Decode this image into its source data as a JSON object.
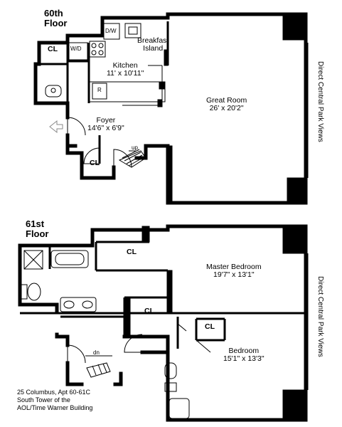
{
  "floor60": {
    "label_line1": "60th",
    "label_line2": "Floor",
    "rooms": {
      "great_room": {
        "name": "Great Room",
        "dims": "26' x 20'2\""
      },
      "kitchen": {
        "name": "Kitchen",
        "dims": "11' x 10'11\""
      },
      "foyer": {
        "name": "Foyer",
        "dims": "14'6\" x 6'9\""
      }
    },
    "breakfast_line1": "Breakfast",
    "breakfast_line2": "Island",
    "closets": [
      "CL",
      "CL"
    ],
    "dw": "D/W",
    "wd": "W/D",
    "fridge": "R",
    "stairs": "up",
    "view_label": "Direct Central Park Views"
  },
  "floor61": {
    "label_line1": "61st",
    "label_line2": "Floor",
    "rooms": {
      "master_bedroom": {
        "name": "Master Bedroom",
        "dims": "19'7\" x 13'1\""
      },
      "bedroom": {
        "name": "Bedroom",
        "dims": "15'1\" x 13'3\""
      }
    },
    "closets": [
      "CL",
      "CL",
      "CL"
    ],
    "stairs": "dn",
    "view_label": "Direct Central Park Views"
  },
  "caption": {
    "line1": "25 Columbus, Apt 60-61C",
    "line2": "South Tower of the",
    "line3": "AOL/Time Warner Building"
  }
}
